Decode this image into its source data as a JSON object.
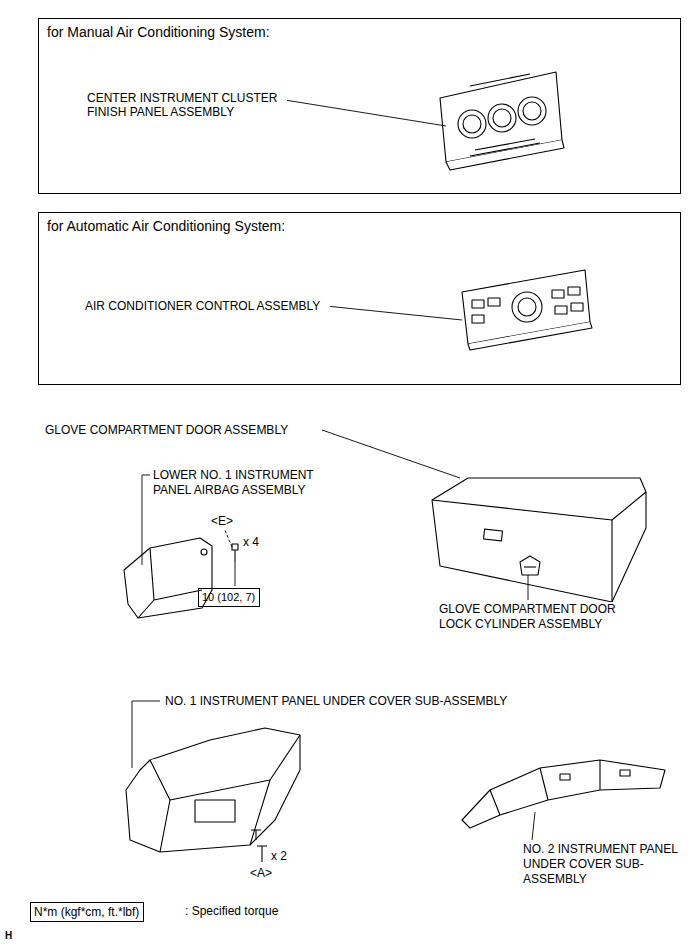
{
  "diagram": {
    "nodes": [
      {
        "text": [
          "for Manual Air Conditioning System:",
          "CENTER INSTRUMENT CLUSTER FINISH PANEL ASSEMBLY"
        ]
      },
      {
        "text": [
          "for Automatic Air Conditioning System:",
          "AIR CONDITIONER CONTROL ASSEMBLY"
        ]
      },
      {
        "text": [
          "10 (102, 7)"
        ]
      },
      {
        "text": [
          "N*m (kgf*cm, ft.*lbf)"
        ]
      }
    ],
    "labels": [
      "GLOVE COMPARTMENT DOOR ASSEMBLY",
      "LOWER NO. 1 INSTRUMENT PANEL AIRBAG ASSEMBLY",
      "<E>",
      "x 4",
      "GLOVE COMPARTMENT DOOR LOCK CYLINDER ASSEMBLY",
      "NO. 1 INSTRUMENT PANEL UNDER COVER SUB-ASSEMBLY",
      "x 2",
      "<A>",
      "NO. 2 INSTRUMENT PANEL UNDER COVER SUB-ASSEMBLY",
      ": Specified torque",
      "H"
    ]
  }
}
